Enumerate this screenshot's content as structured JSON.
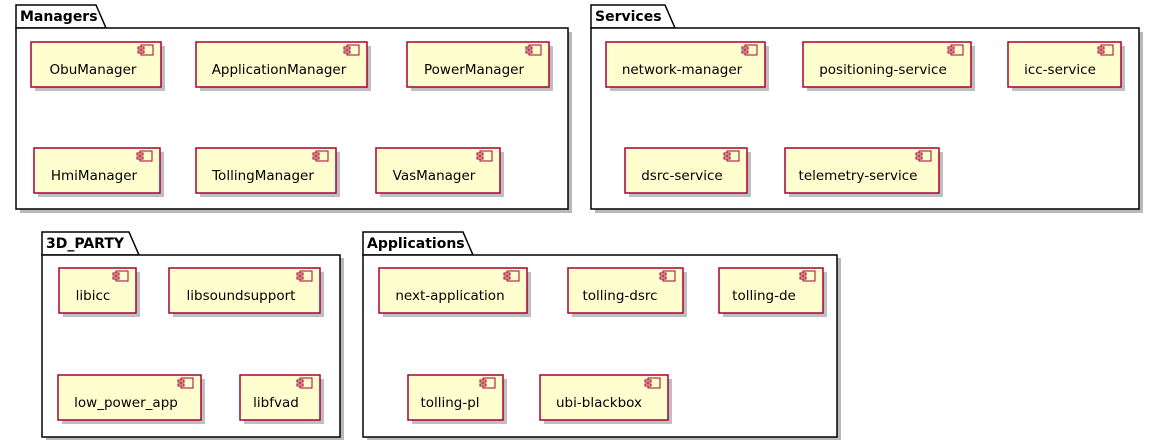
{
  "diagram": {
    "packages": [
      {
        "id": "managers",
        "title": "Managers",
        "components": [
          {
            "id": "obumanager",
            "label": "ObuManager"
          },
          {
            "id": "applicationmanager",
            "label": "ApplicationManager"
          },
          {
            "id": "powermanager",
            "label": "PowerManager"
          },
          {
            "id": "hmimanager",
            "label": "HmiManager"
          },
          {
            "id": "tollingmanager",
            "label": "TollingManager"
          },
          {
            "id": "vasmanager",
            "label": "VasManager"
          }
        ]
      },
      {
        "id": "services",
        "title": "Services",
        "components": [
          {
            "id": "network-manager",
            "label": "network-manager"
          },
          {
            "id": "positioning-service",
            "label": "positioning-service"
          },
          {
            "id": "icc-service",
            "label": "icc-service"
          },
          {
            "id": "dsrc-service",
            "label": "dsrc-service"
          },
          {
            "id": "telemetry-service",
            "label": "telemetry-service"
          }
        ]
      },
      {
        "id": "3d-party",
        "title": "3D_PARTY",
        "components": [
          {
            "id": "libicc",
            "label": "libicc"
          },
          {
            "id": "libsoundsupport",
            "label": "libsoundsupport"
          },
          {
            "id": "low-power-app",
            "label": "low_power_app"
          },
          {
            "id": "libfvad",
            "label": "libfvad"
          }
        ]
      },
      {
        "id": "applications",
        "title": "Applications",
        "components": [
          {
            "id": "next-application",
            "label": "next-application"
          },
          {
            "id": "tolling-dsrc",
            "label": "tolling-dsrc"
          },
          {
            "id": "tolling-de",
            "label": "tolling-de"
          },
          {
            "id": "tolling-pl",
            "label": "tolling-pl"
          },
          {
            "id": "ubi-blackbox",
            "label": "ubi-blackbox"
          }
        ]
      }
    ]
  }
}
